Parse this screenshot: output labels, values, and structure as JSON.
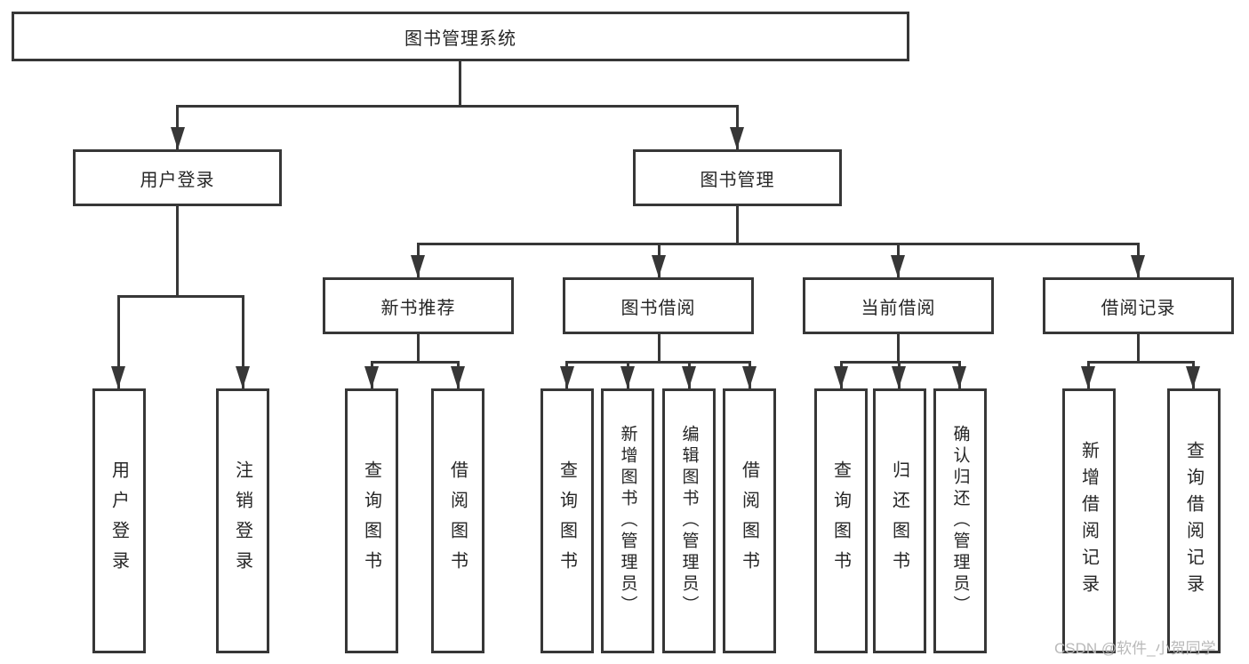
{
  "root": {
    "label": "图书管理系统"
  },
  "branches": [
    {
      "label": "用户登录",
      "children": [
        {
          "label": "用户登录"
        },
        {
          "label": "注销登录"
        }
      ]
    },
    {
      "label": "图书管理",
      "children": [
        {
          "label": "新书推荐",
          "children": [
            {
              "label": "查询图书"
            },
            {
              "label": "借阅图书"
            }
          ]
        },
        {
          "label": "图书借阅",
          "children": [
            {
              "label": "查询图书"
            },
            {
              "label": "新增图书（管理员）"
            },
            {
              "label": "编辑图书（管理员）"
            },
            {
              "label": "借阅图书"
            }
          ]
        },
        {
          "label": "当前借阅",
          "children": [
            {
              "label": "查询图书"
            },
            {
              "label": "归还图书"
            },
            {
              "label": "确认归还（管理员）"
            }
          ]
        },
        {
          "label": "借阅记录",
          "children": [
            {
              "label": "新增借阅记录"
            },
            {
              "label": "查询借阅记录"
            }
          ]
        }
      ]
    }
  ],
  "watermark": "CSDN @软件_小贺同学",
  "colors": {
    "line": "#373737",
    "text": "#262626",
    "watermark": "#b9b9b9",
    "bg": "#ffffff"
  }
}
